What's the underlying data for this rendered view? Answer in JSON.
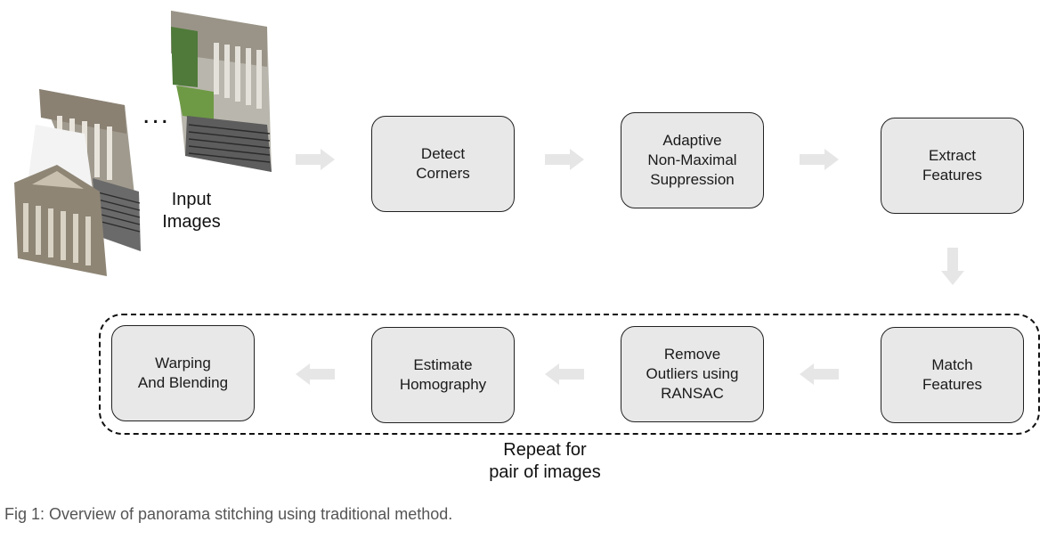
{
  "input_images_label": "Input\nImages",
  "ellipsis": "...",
  "steps": {
    "detect_corners": "Detect\nCorners",
    "anms": "Adaptive\nNon-Maximal\nSuppression",
    "extract_features": "Extract\nFeatures",
    "match_features": "Match\nFeatures",
    "remove_outliers": "Remove\nOutliers using\nRANSAC",
    "estimate_homography": "Estimate\nHomography",
    "warping_blending": "Warping\nAnd Blending"
  },
  "repeat_label": "Repeat for\npair of images",
  "caption": "Fig 1: Overview of panorama stitching using traditional method.",
  "colors": {
    "box_fill": "#e8e8e8",
    "arrow": "#e6e6e6",
    "caption": "#555555"
  }
}
